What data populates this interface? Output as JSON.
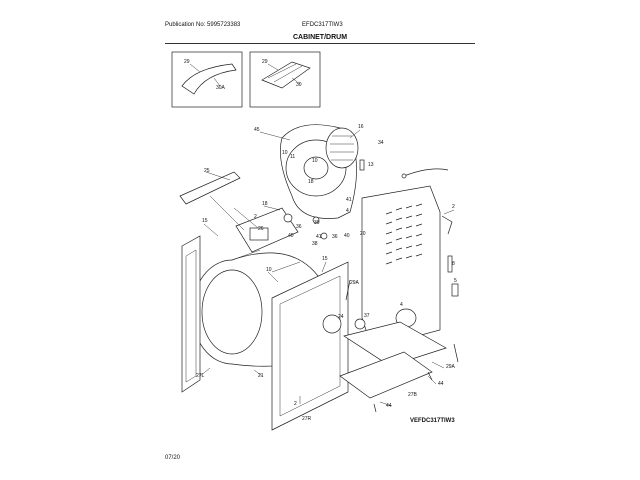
{
  "header": {
    "publication": "Publication No: 5995723383",
    "model": "EFDC317TIW3"
  },
  "section_title": "CABINET/DRUM",
  "footer": {
    "date": "07/20",
    "diagram_code": "VEFDC317TIW3"
  },
  "callouts": [
    "29",
    "30A",
    "29",
    "30",
    "45",
    "16",
    "10",
    "11",
    "10",
    "34",
    "13",
    "25",
    "18",
    "18",
    "41",
    "4",
    "15",
    "2",
    "26",
    "36",
    "40",
    "39",
    "41",
    "38",
    "36",
    "40",
    "20",
    "2",
    "8",
    "5",
    "10",
    "15",
    "29A",
    "24",
    "37",
    "4",
    "21",
    "27L",
    "2",
    "27R",
    "29A",
    "44",
    "27B",
    "44"
  ]
}
